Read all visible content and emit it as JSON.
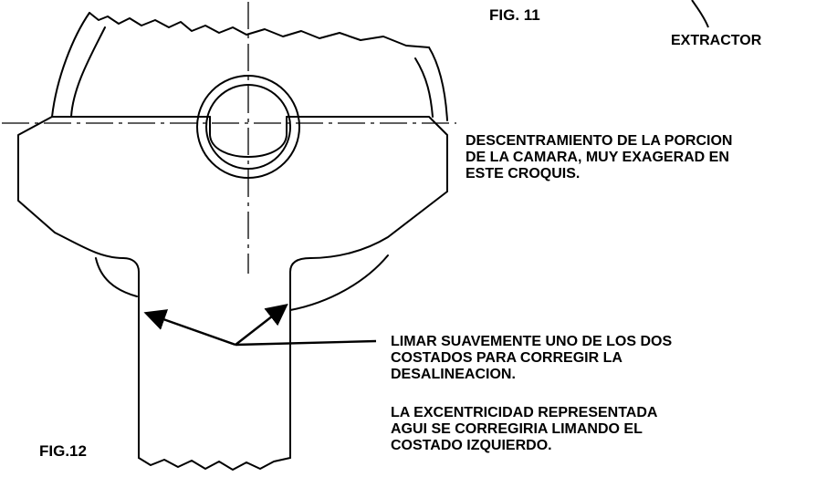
{
  "labels": {
    "fig11": "FIG. 11",
    "extractor": "EXTRACTOR",
    "descentramiento": [
      "DESCENTRAMIENTO DE LA PORCION",
      "DE LA CAMARA, MUY EXAGERAD EN",
      "ESTE CROQUIS."
    ],
    "limar": [
      "LIMAR SUAVEMENTE UNO DE LOS DOS",
      "COSTADOS PARA CORREGIR LA",
      "DESALINEACION."
    ],
    "excentricidad": [
      "LA EXCENTRICIDAD REPRESENTADA",
      "AGUI SE CORREGIRIA LIMANDO EL",
      "COSTADO IZQUIERDO."
    ],
    "fig12": "FIG.12"
  },
  "colors": {
    "ink": "#000000",
    "paper": "#ffffff"
  }
}
